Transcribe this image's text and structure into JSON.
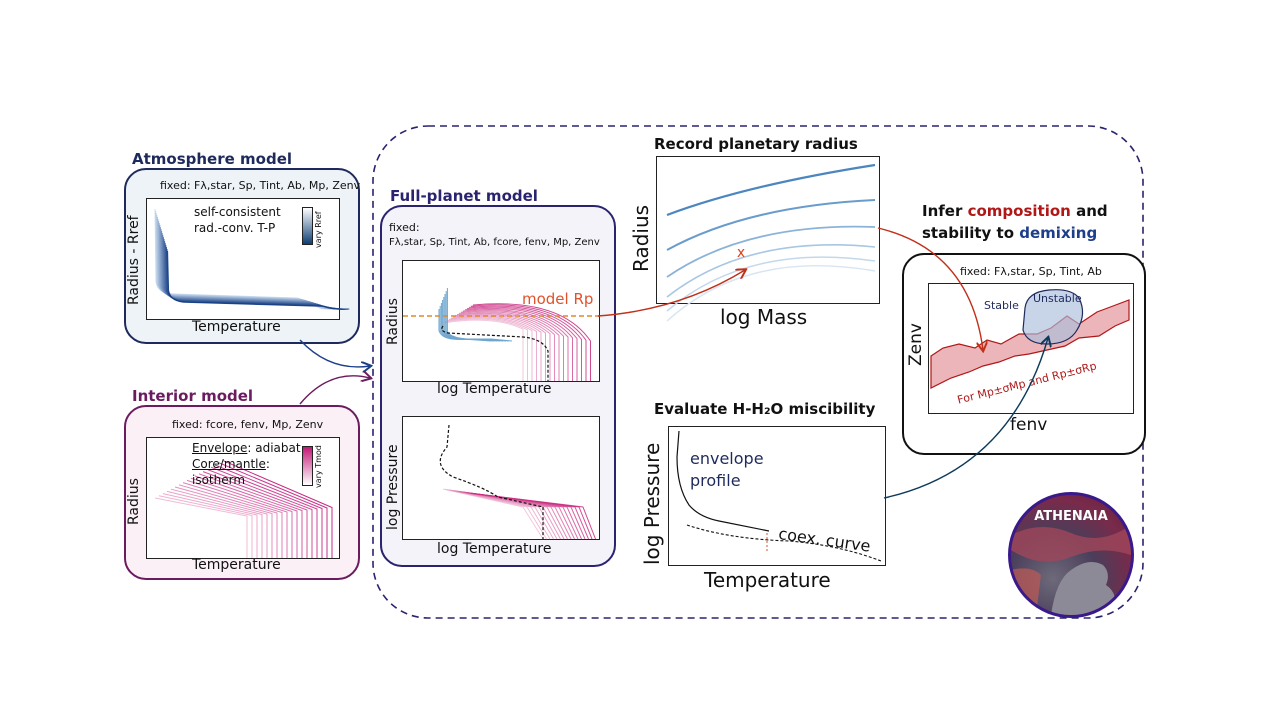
{
  "atmosphere": {
    "title": "Atmosphere model",
    "fixed": "fixed: Fλ,star, Sp, Tint, Ab, Mp, Zenv",
    "note_line1": "self-consistent",
    "note_line2": "rad.-conv. T-P",
    "colorbar_label": "vary Rref",
    "ylabel": "Radius - Rref",
    "xlabel": "Temperature"
  },
  "interior": {
    "title": "Interior model",
    "fixed": "fixed: fcore, fenv, Mp, Zenv",
    "envelope_label": "Envelope",
    "envelope_text": ": adiabat",
    "core_label": "Core/mantle",
    "core_text": ":",
    "isotherm": "isotherm",
    "colorbar_label": "vary Tmod",
    "ylabel": "Radius",
    "xlabel": "Temperature"
  },
  "full_planet": {
    "title": "Full-planet model",
    "fixed_label": "fixed:",
    "fixed": "Fλ,star, Sp, Tint, Ab, fcore, fenv, Mp, Zenv",
    "top_ylabel": "Radius",
    "top_xlabel": "log Temperature",
    "model_rp": "model Rp",
    "bottom_ylabel": "log Pressure",
    "bottom_xlabel": "log Temperature"
  },
  "record": {
    "title": "Record planetary radius",
    "ylabel": "Radius",
    "xlabel": "log Mass",
    "marker": "x"
  },
  "infer": {
    "title_pre": "Infer ",
    "title_comp": "composition",
    "title_and": " and",
    "title_line2_pre": "stability to ",
    "title_demix": "demixing",
    "fixed": "fixed: Fλ,star, Sp, Tint, Ab",
    "stable": "Stable",
    "unstable": "Unstable",
    "band_label": "For Mp±σMp and Rp±σRp",
    "ylabel": "Zenv",
    "xlabel": "fenv"
  },
  "miscibility": {
    "title": "Evaluate H-H₂O miscibility",
    "ylabel": "log Pressure",
    "xlabel": "Temperature",
    "envelope_line1": "envelope",
    "envelope_line2": "profile",
    "coex": "coex. curve"
  },
  "logo": {
    "text": "ATHENAIA"
  },
  "colors": {
    "atmosphere": "#1f2a5c",
    "interior": "#6b1b5e",
    "full": "#2a2370",
    "composition": "#b01818",
    "demixing": "#1d3f8a",
    "model_rp": "#e0522a"
  }
}
